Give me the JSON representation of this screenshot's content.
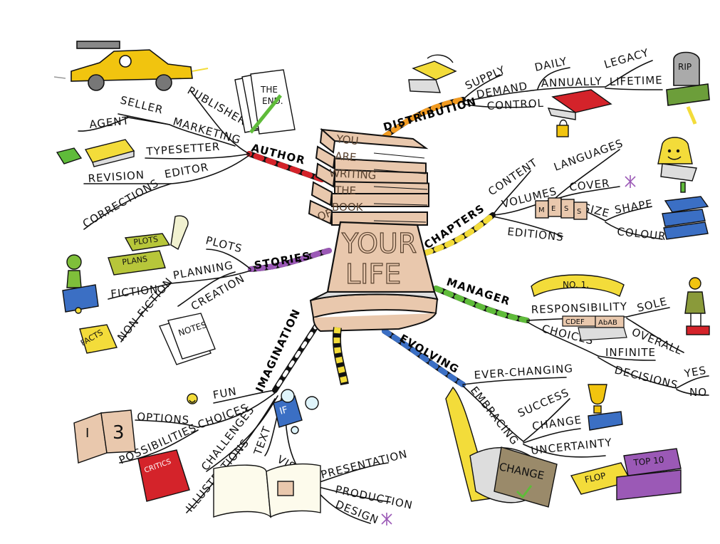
{
  "center": {
    "lines": [
      "YOU",
      "ARE",
      "WRITING",
      "THE",
      "BOOK",
      "OF"
    ],
    "title": [
      "YOUR",
      "LIFE"
    ]
  },
  "branches": {
    "author": "AUTHOR",
    "stories": "STORIES",
    "imagination": "IMAGINATION",
    "distribution": "DISTRIBUTION",
    "chapters": "CHAPTERS",
    "manager": "MANAGER",
    "evolving": "EVOLVING"
  },
  "author": {
    "publisher": "PUBLISHER",
    "seller": "SELLER",
    "marketing": "MARKETING",
    "agent": "AGENT",
    "typesetter": "TYPESETTER",
    "editor": "EDITOR",
    "revision": "REVISION",
    "corrections": "CORRECTIONS"
  },
  "stories": {
    "plots": "PLOTS",
    "planning": "PLANNING",
    "fiction": "FICTION",
    "creation": "CREATION",
    "non_fiction": "NON-FICTION"
  },
  "imagination": {
    "fun": "FUN",
    "choices": "CHOICES",
    "options": "OPTIONS",
    "possibilities": "POSSIBILITIES",
    "challenges": "CHALLENGES",
    "text": "TEXT",
    "illustrations": "ILLUSTRATIONS",
    "visual": "VISUAL",
    "presentation": "PRESENTATION",
    "production": "PRODUCTION",
    "design": "DESIGN"
  },
  "distribution": {
    "supply": "SUPPLY",
    "demand": "DEMAND",
    "control": "CONTROL",
    "daily": "DAILY",
    "annually": "ANNUALLY",
    "legacy": "LEGACY",
    "lifetime": "LIFETIME"
  },
  "chapters": {
    "content": "CONTENT",
    "volumes": "VOLUMES",
    "languages": "LANGUAGES",
    "cover": "COVER",
    "editions": "EDITIONS",
    "size": "SIZE",
    "shape": "SHAPE",
    "colour": "COLOUR"
  },
  "manager": {
    "responsibility": "RESPONSIBILITY",
    "sole": "SOLE",
    "choices": "CHOICES",
    "overall": "OVERALL",
    "infinite": "INFINITE",
    "decisions": "DECISIONS",
    "yes": "YES",
    "no": "NO"
  },
  "evolving": {
    "ever_changing": "EVER-CHANGING",
    "embracing": "EMBRACING",
    "success": "SUCCESS",
    "change": "CHANGE",
    "uncertainty": "UNCERTAINTY"
  },
  "drawings": {
    "the_end": [
      "THE",
      "END."
    ],
    "rip": "RIP",
    "plots_book": "PLOTS",
    "plans_book": "PLANS",
    "facts_book": "FACTS",
    "notes": "NOTES",
    "critics": "CRITICS",
    "if": "IF",
    "number_one": "NO. 1.",
    "alphabet_a": "CDEF",
    "alphabet_b": "AbAB",
    "volume_1": "I",
    "volume_3": "3",
    "hand_sign": "CHANGE",
    "flop": "FLOP",
    "top10": "TOP 10",
    "languages_cubes": [
      "M",
      "E",
      "S",
      "S"
    ]
  },
  "colors": {
    "book": "#e9c8ad",
    "book_outline": "#111111",
    "car": "#f1c40f",
    "red": "#d4232a",
    "blue": "#3b6fc4",
    "green": "#6c9e3a",
    "purple": "#9b59b6",
    "yellow": "#f3dc3a"
  }
}
